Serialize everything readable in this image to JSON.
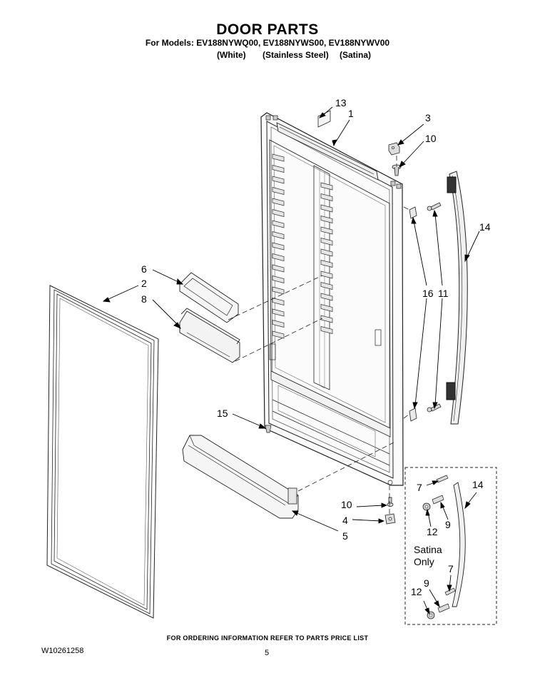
{
  "header": {
    "title": "DOOR PARTS",
    "models": "For Models: EV188NYWQ00, EV188NYWS00, EV188NYWV00",
    "variants": [
      "(White)",
      "(Stainless Steel)",
      "(Satina)"
    ]
  },
  "callouts": {
    "c1": "1",
    "c2": "2",
    "c3": "3",
    "c4": "4",
    "c5": "5",
    "c6": "6",
    "c7a": "7",
    "c7b": "7",
    "c8": "8",
    "c9a": "9",
    "c9b": "9",
    "c10a": "10",
    "c10b": "10",
    "c11": "11",
    "c12a": "12",
    "c12b": "12",
    "c13": "13",
    "c14a": "14",
    "c14b": "14",
    "c15": "15",
    "c16": "16"
  },
  "inset": {
    "label_line1": "Satina",
    "label_line2": "Only"
  },
  "footer": {
    "note": "FOR ORDERING INFORMATION REFER TO PARTS PRICE LIST",
    "doc_number": "W10261258",
    "page_number": "5"
  }
}
